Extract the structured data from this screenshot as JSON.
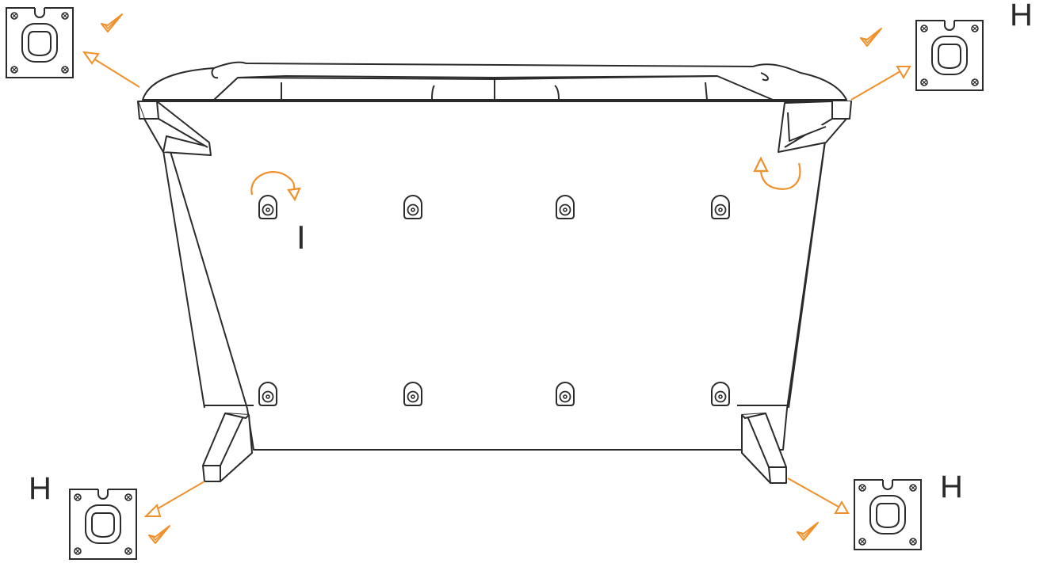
{
  "labels": {
    "bracket_top_right": "H",
    "bracket_bottom_left": "H",
    "bracket_bottom_right": "H",
    "glide": "I"
  },
  "colors": {
    "line": "#2b2b2b",
    "accent": "#f0902a",
    "background": "#ffffff"
  },
  "icons": {
    "bracket": "mounting-bracket-icon",
    "check": "checkmark-icon",
    "rotate": "rotate-arrow-icon",
    "arrow": "direction-arrow-icon"
  }
}
